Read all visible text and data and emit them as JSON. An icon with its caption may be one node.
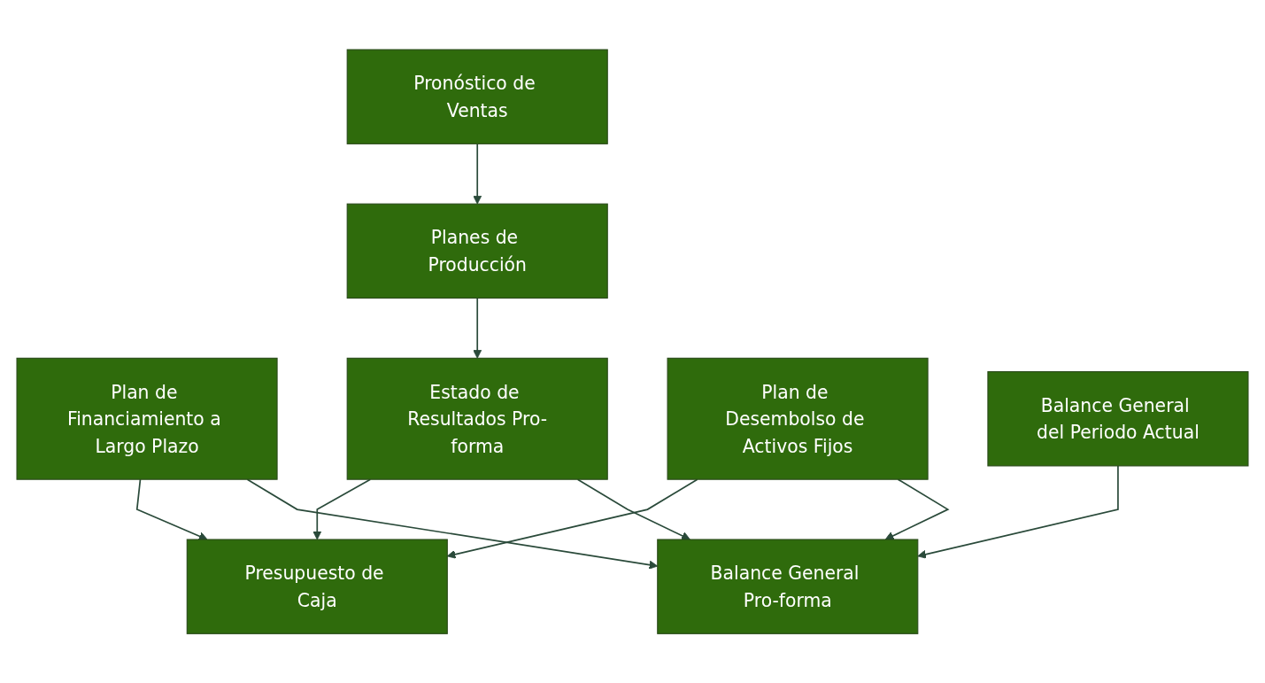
{
  "diagram": {
    "nodes": [
      {
        "text": [
          "Pronóstico de Ventas"
        ]
      },
      {
        "text": [
          "Planes de Producción"
        ]
      },
      {
        "text": [
          "Plan de Financiamiento a Largo Plazo"
        ]
      },
      {
        "text": [
          "Estado de Resultados Pro-forma"
        ]
      },
      {
        "text": [
          "Presupuesto de Caja"
        ]
      },
      {
        "text": [
          "Plan de Desembolso de Activos Fijos"
        ]
      },
      {
        "text": [
          "Balance General del Periodo Actual"
        ]
      },
      {
        "text": [
          "Balance General Pro-forma"
        ]
      }
    ],
    "edges": [
      {
        "from": 0,
        "to": 1,
        "arrow": "to"
      },
      {
        "from": 1,
        "to": 3,
        "arrow": "to"
      },
      {
        "from": 2,
        "to": 4,
        "arrow": "to"
      },
      {
        "from": 3,
        "to": 4,
        "arrow": "to"
      },
      {
        "from": 5,
        "to": 4,
        "arrow": "to"
      },
      {
        "from": 3,
        "to": 7,
        "arrow": "to"
      },
      {
        "from": 6,
        "to": 7,
        "arrow": "to"
      },
      {
        "from": 5,
        "to": 7,
        "arrow": "to"
      },
      {
        "from": 2,
        "to": 7,
        "arrow": "to"
      }
    ]
  }
}
